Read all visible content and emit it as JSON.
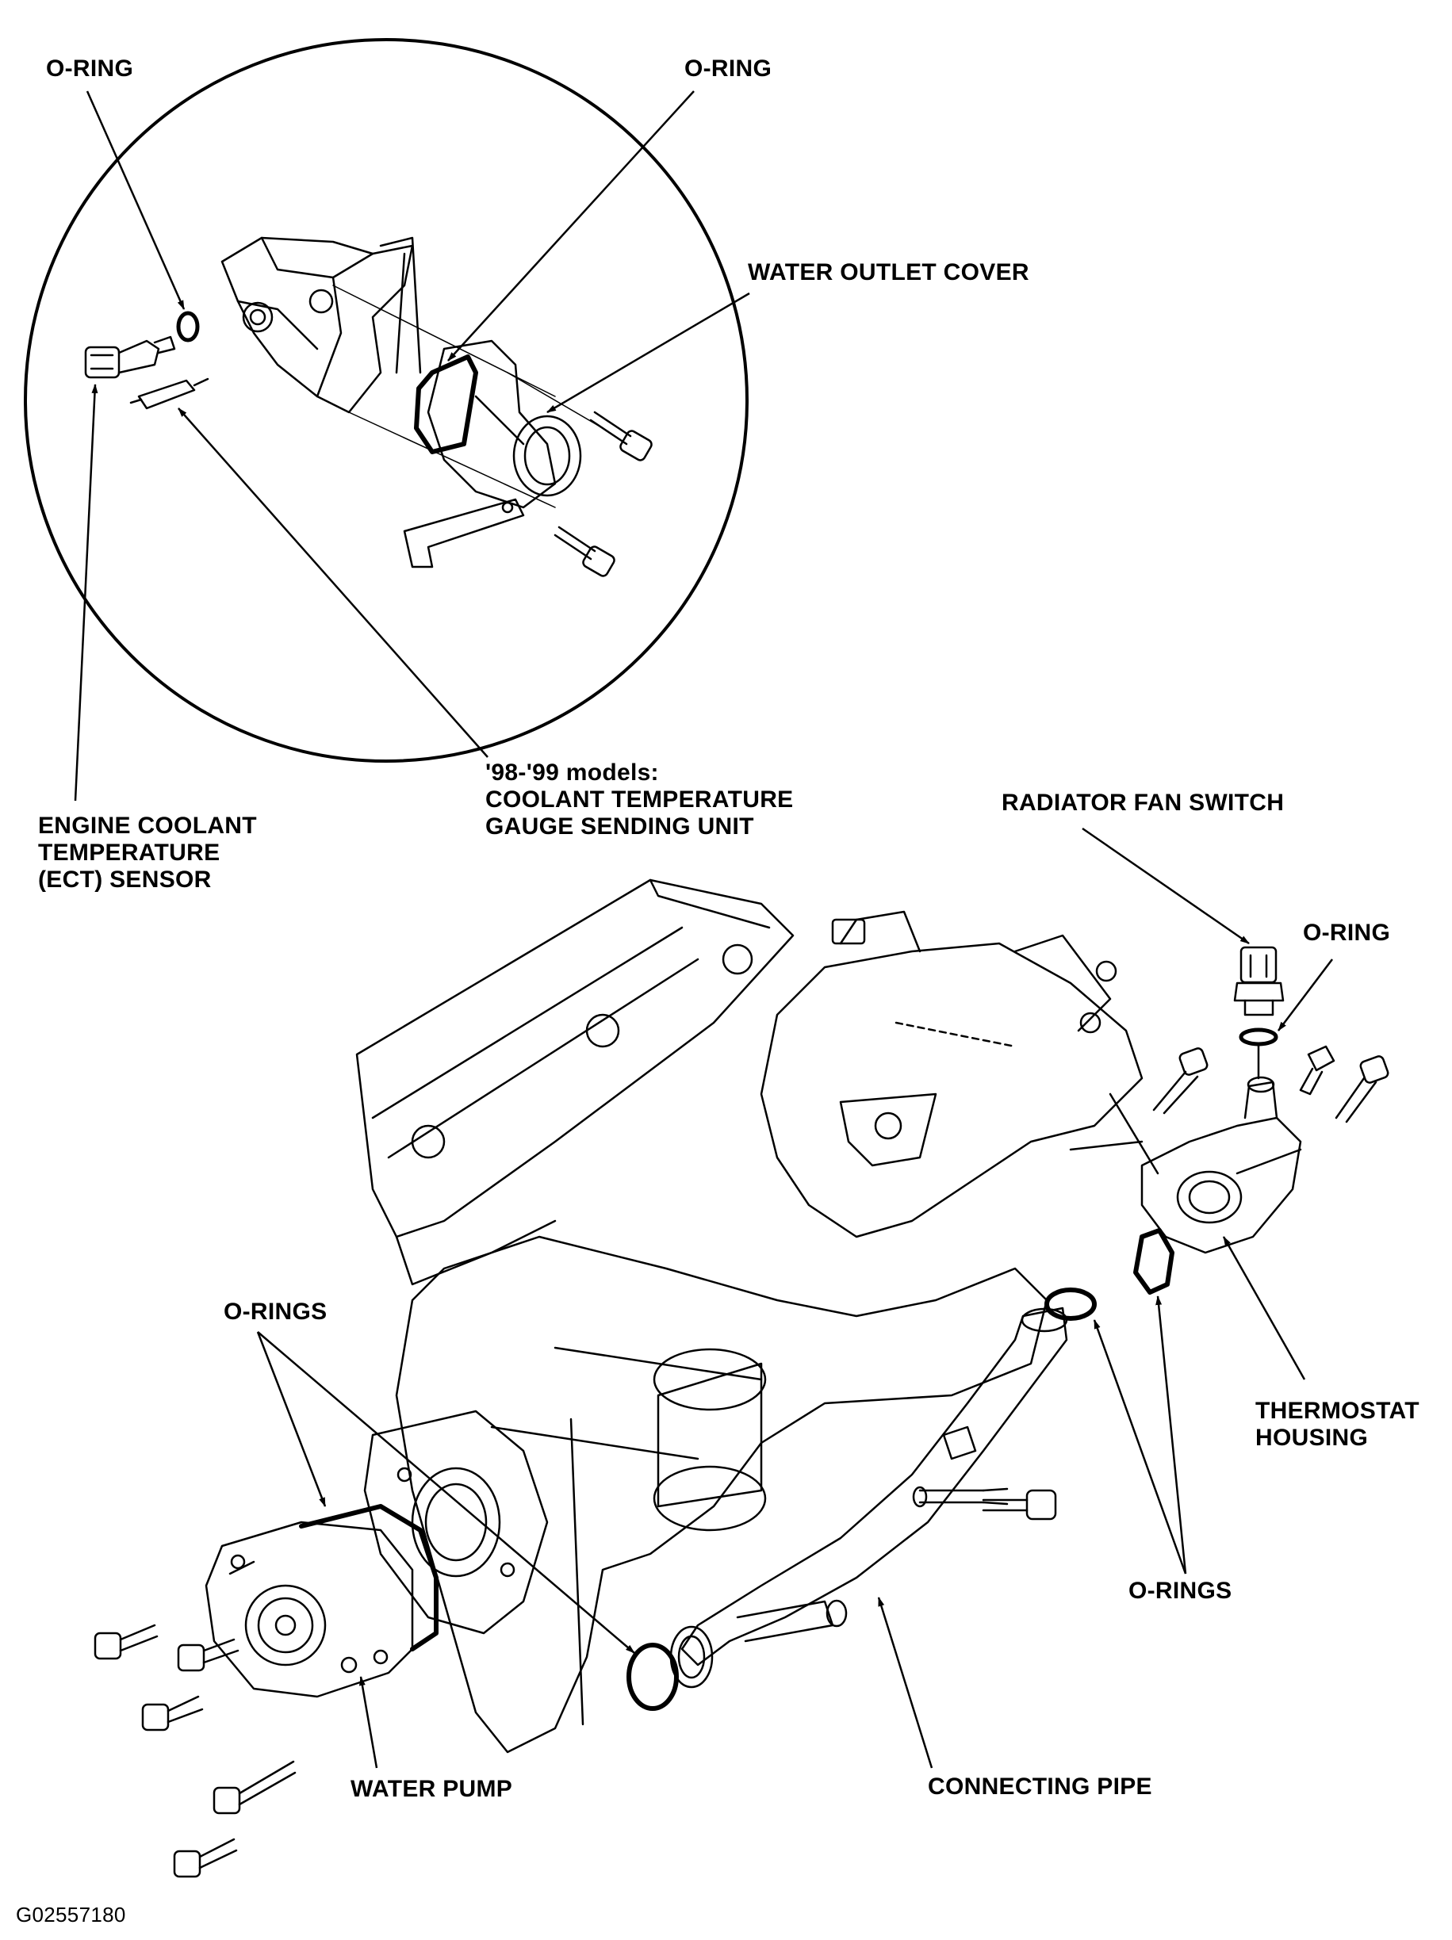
{
  "diagram": {
    "labels": {
      "o_ring_top_left": "O-RING",
      "o_ring_top_center": "O-RING",
      "water_outlet_cover": "WATER OUTLET COVER",
      "coolant_temp_gauge_sending_unit": "'98-'99 models:\nCOOLANT TEMPERATURE\nGAUGE SENDING UNIT",
      "ect_sensor": "ENGINE COOLANT\nTEMPERATURE\n(ECT) SENSOR",
      "radiator_fan_switch": "RADIATOR FAN SWITCH",
      "o_ring_right": "O-RING",
      "o_rings_left": "O-RINGS",
      "thermostat_housing": "THERMOSTAT\nHOUSING",
      "o_rings_right": "O-RINGS",
      "water_pump": "WATER PUMP",
      "connecting_pipe": "CONNECTING PIPE",
      "figure_ref": "G02557180"
    }
  }
}
